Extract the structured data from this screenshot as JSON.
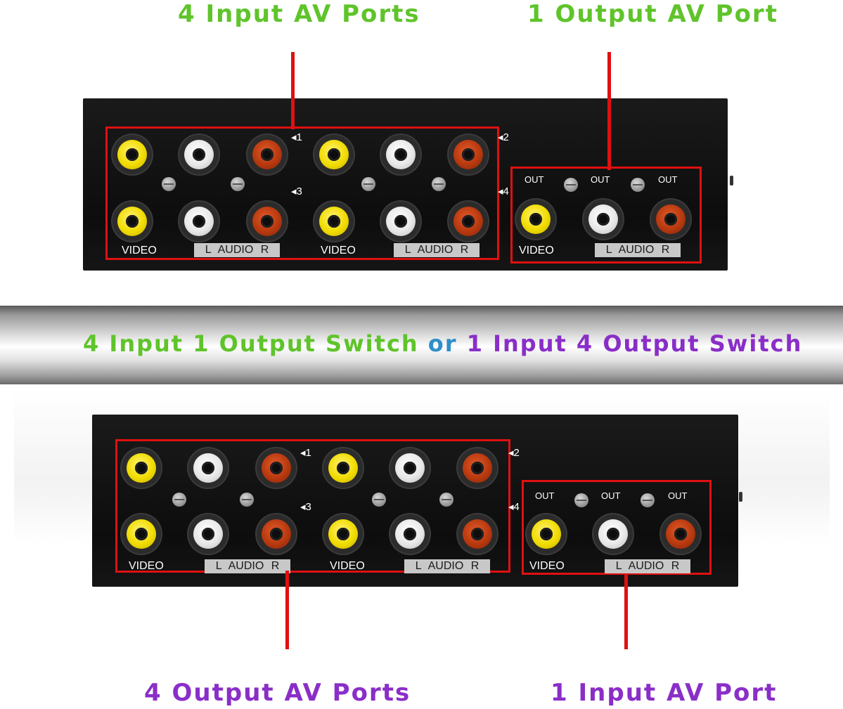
{
  "headings": {
    "top_left": "4 Input AV Ports",
    "top_right": "1 Output AV Port",
    "bottom_left": "4 Output AV Ports",
    "bottom_right": "1 Input AV Port"
  },
  "banner": {
    "part1": "4 Input 1 Output Switch",
    "connector": "or",
    "part2": "1 Input 4 Output Switch"
  },
  "colors": {
    "green": "#5fc42a",
    "purple": "#8a2ec8",
    "blue": "#2e8fc8",
    "highlight_red": "#e01010",
    "jack_yellow": "#f1dc00",
    "jack_white": "#e8e8e8",
    "jack_red": "#b8390f"
  },
  "device_labels": {
    "video": "VIDEO",
    "audio": "L  AUDIO  R",
    "out": "OUT",
    "port_1": "1",
    "port_2": "2",
    "port_3": "3",
    "port_4": "4"
  }
}
